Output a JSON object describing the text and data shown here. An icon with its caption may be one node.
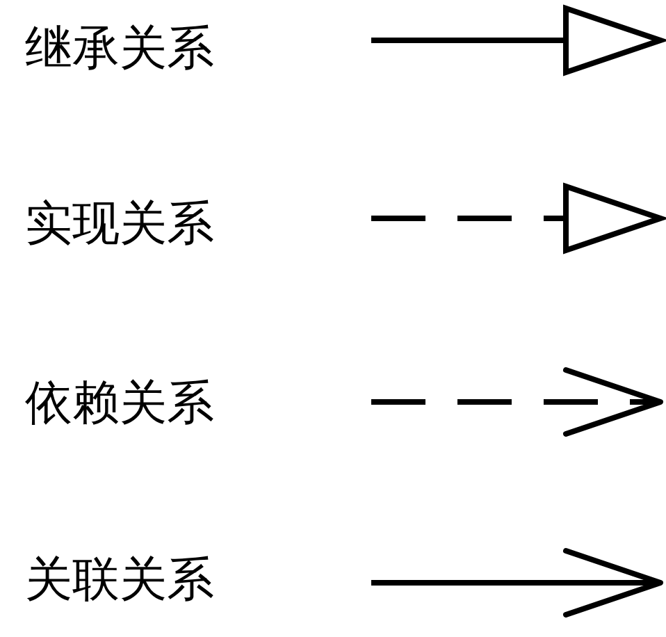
{
  "diagram": {
    "legend": [
      {
        "text": "继承关系"
      },
      {
        "text": "实现关系"
      },
      {
        "text": "依赖关系"
      },
      {
        "text": "关联关系"
      }
    ]
  }
}
